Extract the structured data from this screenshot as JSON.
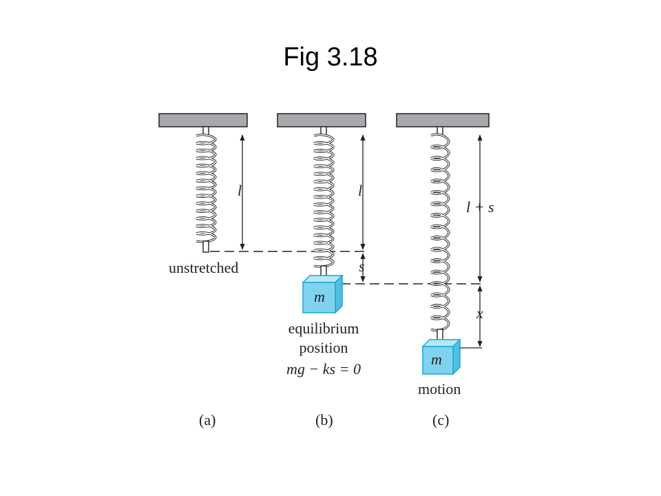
{
  "title": "Fig 3.18",
  "panels": {
    "a": {
      "caption": "(a)",
      "state_label": "unstretched",
      "length_label": "l"
    },
    "b": {
      "caption": "(b)",
      "length_label": "l",
      "stretch_label": "s",
      "mass_label": "m",
      "state_lines": [
        "equilibrium",
        "position",
        "mg − ks = 0"
      ]
    },
    "c": {
      "caption": "(c)",
      "length_label": "l + s",
      "displacement_label": "x",
      "mass_label": "m",
      "state_label": "motion"
    }
  },
  "colors": {
    "mass": "#7fd3ee",
    "ceiling": "#a7a9ac",
    "ink": "#231f20"
  }
}
